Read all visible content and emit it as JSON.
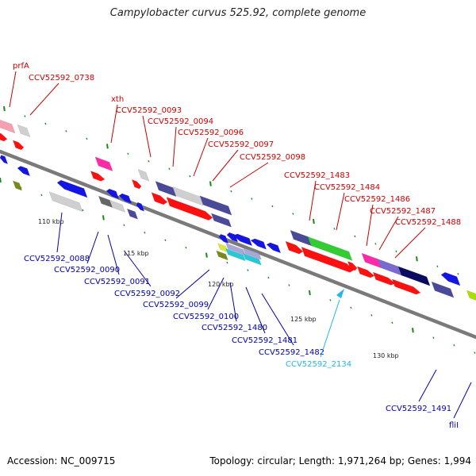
{
  "title": "Campylobacter curvus 525.92, complete genome",
  "footer": {
    "accession": "Accession: NC_009715",
    "summary": "Topology: circular; Length: 1,971,264 bp; Genes: 1,994"
  },
  "colors": {
    "top_label": "#cc0000",
    "bottom_label": "#0000aa",
    "highlight_label": "#22b5e8",
    "backbone": "#7a7a7a",
    "tick": "#1a8a1a"
  },
  "tick_labels": [
    "110 kbp",
    "115 kbp",
    "120 kbp",
    "125 kbp",
    "130 kbp"
  ],
  "top_labels": [
    "prfA",
    "CCV52592_0738",
    "xth",
    "CCV52592_0093",
    "CCV52592_0094",
    "CCV52592_0096",
    "CCV52592_0097",
    "CCV52592_0098",
    "CCV52592_1483",
    "CCV52592_1484",
    "CCV52592_1486",
    "CCV52592_1487",
    "CCV52592_1488"
  ],
  "bottom_labels": [
    "CCV52592_0088",
    "CCV52592_0090",
    "CCV52592_0091",
    "CCV52592_0092",
    "CCV52592_0099",
    "CCV52592_0100",
    "CCV52592_1480",
    "CCV52592_1481",
    "CCV52592_1482",
    "CCV52592_2134",
    "CCV52592_1491",
    "fliI"
  ]
}
